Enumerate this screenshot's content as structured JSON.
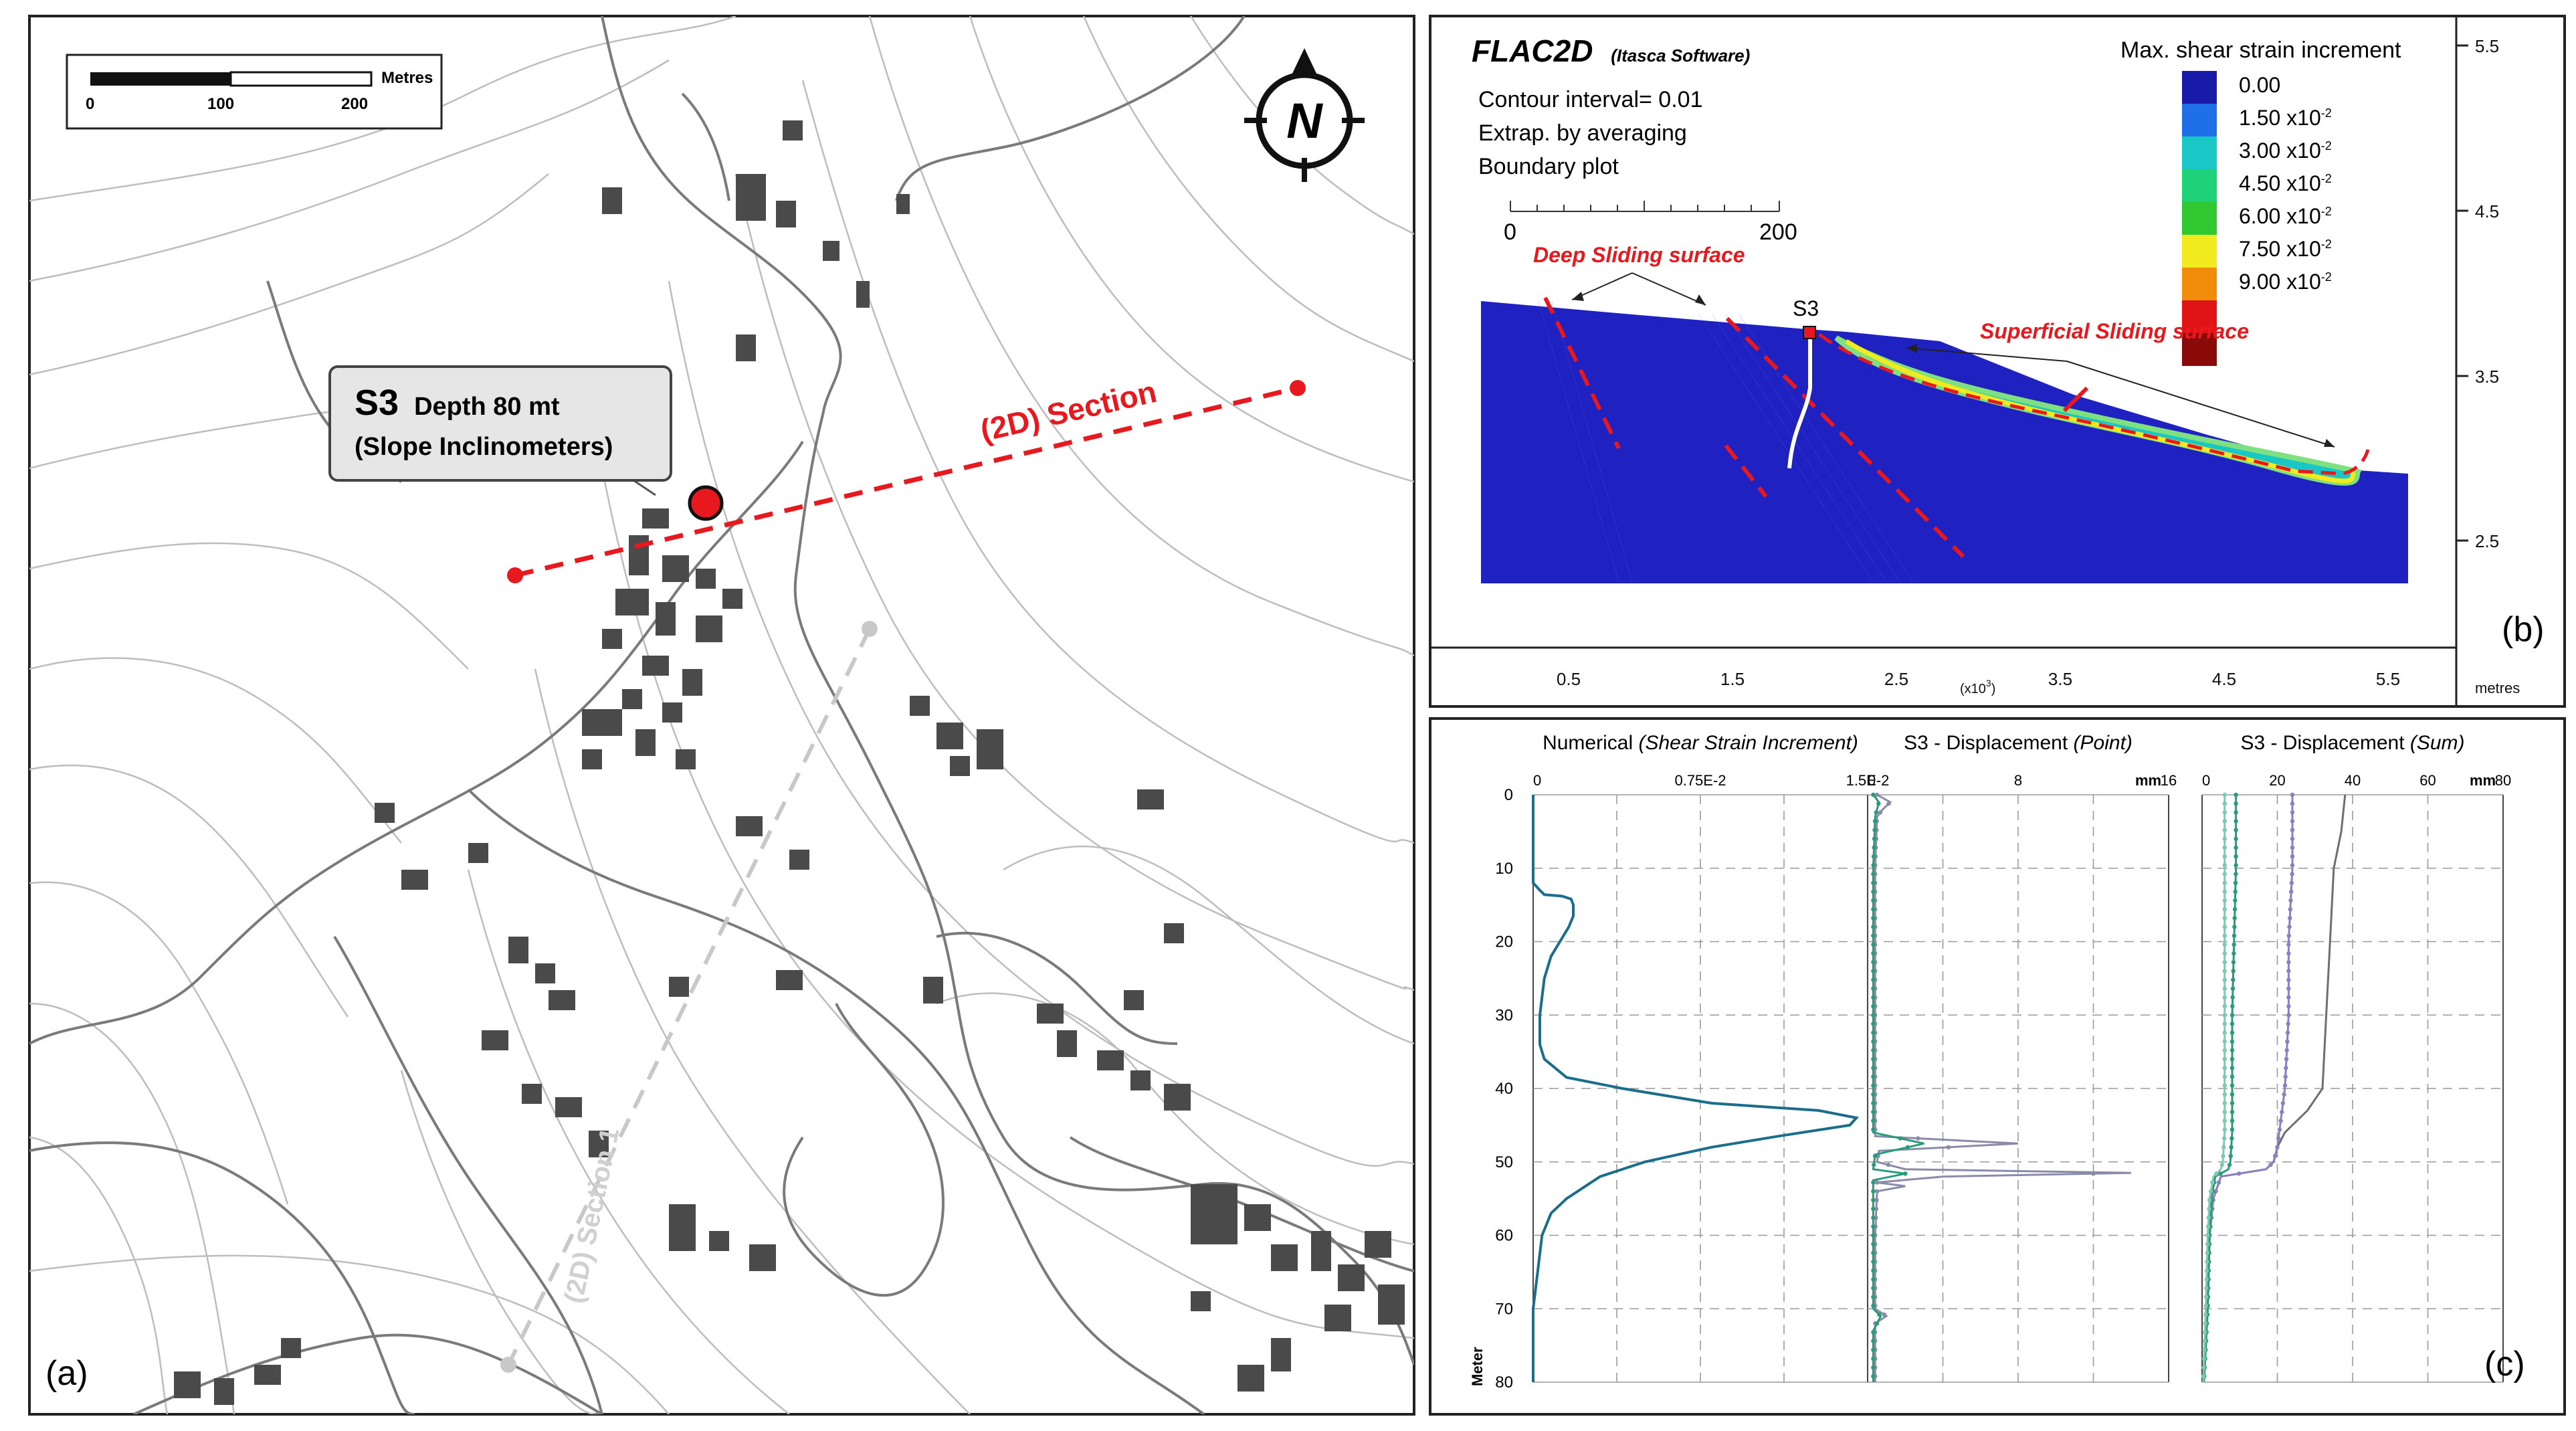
{
  "panel_a": {
    "label": "(a)",
    "scale_bar": {
      "unit": "Metres",
      "ticks": [
        "0",
        "100",
        "200"
      ]
    },
    "north_letter": "N",
    "callout": {
      "title": "S3",
      "depth": "Depth 80 mt",
      "instrument": "(Slope Inclinometers)"
    },
    "section_2d_label": "(2D) Section",
    "section_1_label": "(2D) Section 1",
    "colors": {
      "section_main": "#e8191e",
      "section_secondary": "#c8c8c8",
      "buildings": "#4a4a4a",
      "roads": "#6e6e6e",
      "contours": "#b9b9b9"
    }
  },
  "panel_b": {
    "label": "(b)",
    "software": "FLAC2D",
    "vendor": "(Itasca Software)",
    "info": [
      "Contour interval=  0.01",
      "Extrap. by averaging",
      "Boundary plot"
    ],
    "scale_ticks": [
      "0",
      "200"
    ],
    "legend_title": "Max. shear strain increment",
    "legend_items": [
      {
        "label": "0.00",
        "color": "#1a1aa8"
      },
      {
        "label": "1.50 x10",
        "exp": "-2",
        "color": "#1e6fe8"
      },
      {
        "label": "3.00 x10",
        "exp": "-2",
        "color": "#19c7c7"
      },
      {
        "label": "4.50 x10",
        "exp": "-2",
        "color": "#1ed27a"
      },
      {
        "label": "6.00 x10",
        "exp": "-2",
        "color": "#32c832"
      },
      {
        "label": "7.50 x10",
        "exp": "-2",
        "color": "#f0ea1e"
      },
      {
        "label": "9.00 x10",
        "exp": "-2",
        "color": "#f08c0a"
      },
      {
        "label": "",
        "color": "#e01414"
      },
      {
        "label": "",
        "color": "#8a0a0a"
      }
    ],
    "annotations": {
      "deep": "Deep Sliding surface",
      "superficial": "Superficial Sliding surface",
      "borehole": "S3"
    },
    "x_ticks": [
      "0.5",
      "1.5",
      "2.5",
      "3.5",
      "4.5",
      "5.5"
    ],
    "x_multiplier": "(x10",
    "x_multiplier_exp": "3",
    "x_unit": "metres",
    "y_ticks": [
      "5.5",
      "4.5",
      "3.5",
      "2.5"
    ]
  },
  "panel_c": {
    "label": "(c)",
    "y_axis_label": "Meter",
    "y_ticks": [
      "0",
      "10",
      "20",
      "30",
      "40",
      "50",
      "60",
      "70",
      "80"
    ],
    "charts": [
      {
        "title": "Numerical",
        "subtitle": "(Shear Strain Increment)",
        "x_ticks": [
          "0",
          "0.75E-2",
          "1.5E-2"
        ],
        "unit": ""
      },
      {
        "title": "S3 - Displacement",
        "subtitle": "(Point)",
        "x_ticks": [
          "0",
          "8",
          "16"
        ],
        "unit": "mm"
      },
      {
        "title": "S3 - Displacement",
        "subtitle": "(Sum)",
        "x_ticks": [
          "0",
          "20",
          "40",
          "60",
          "80"
        ],
        "unit": "mm"
      }
    ]
  },
  "chart_data": [
    {
      "type": "line",
      "title": "Numerical",
      "subtitle": "(Shear Strain Increment)",
      "xlabel": "",
      "ylabel": "Meter",
      "xlim": [
        0,
        0.015
      ],
      "ylim": [
        0,
        80
      ],
      "grid": true,
      "series": [
        {
          "color": "#1a6e8c",
          "points": [
            [
              0,
              0
            ],
            [
              0,
              12
            ],
            [
              0.0003,
              13
            ],
            [
              0.0005,
              13.6
            ],
            [
              0.0013,
              13.8
            ],
            [
              0.0017,
              14.2
            ],
            [
              0.0018,
              15
            ],
            [
              0.0018,
              16.5
            ],
            [
              0.0016,
              18
            ],
            [
              0.0012,
              20
            ],
            [
              0.0008,
              22
            ],
            [
              0.0005,
              25
            ],
            [
              0.0003,
              30
            ],
            [
              0.0003,
              34
            ],
            [
              0.0005,
              36
            ],
            [
              0.0015,
              38.5
            ],
            [
              0.004,
              40
            ],
            [
              0.008,
              42
            ],
            [
              0.0128,
              43
            ],
            [
              0.0145,
              44
            ],
            [
              0.0142,
              45
            ],
            [
              0.011,
              46.5
            ],
            [
              0.008,
              48
            ],
            [
              0.005,
              50
            ],
            [
              0.003,
              52
            ],
            [
              0.0015,
              55
            ],
            [
              0.0008,
              57
            ],
            [
              0.0004,
              60
            ],
            [
              0.0002,
              65
            ],
            [
              0,
              70
            ],
            [
              0,
              80
            ]
          ]
        }
      ]
    },
    {
      "type": "line",
      "title": "S3 - Displacement",
      "subtitle": "(Point)",
      "xlabel": "mm",
      "ylabel": "Meter",
      "xlim": [
        0,
        16
      ],
      "ylim": [
        0,
        80
      ],
      "grid": true,
      "series": [
        {
          "color": "#8a8aaa",
          "points": [
            [
              0.5,
              0
            ],
            [
              1.2,
              1
            ],
            [
              0.8,
              2
            ],
            [
              0.5,
              3
            ],
            [
              0.4,
              10
            ],
            [
              0.4,
              40
            ],
            [
              0.4,
              46.5
            ],
            [
              8,
              47.5
            ],
            [
              0.6,
              48.5
            ],
            [
              0.5,
              50
            ],
            [
              2,
              51
            ],
            [
              14,
              51.5
            ],
            [
              4,
              52
            ],
            [
              0.5,
              52.8
            ],
            [
              2,
              53.3
            ],
            [
              0.5,
              54
            ],
            [
              0.4,
              60
            ],
            [
              0.4,
              70
            ],
            [
              1,
              71
            ],
            [
              0.4,
              72
            ],
            [
              0.4,
              80
            ]
          ]
        },
        {
          "color": "#2a9a7a",
          "points": [
            [
              0.3,
              0
            ],
            [
              0.6,
              1
            ],
            [
              0.4,
              3
            ],
            [
              0.3,
              10
            ],
            [
              0.3,
              46
            ],
            [
              3,
              47.5
            ],
            [
              0.4,
              49
            ],
            [
              0.3,
              51
            ],
            [
              2,
              51.6
            ],
            [
              0.3,
              52.5
            ],
            [
              0.3,
              70
            ],
            [
              0.7,
              71
            ],
            [
              0.3,
              73
            ],
            [
              0.3,
              80
            ]
          ]
        }
      ]
    },
    {
      "type": "line",
      "title": "S3 - Displacement",
      "subtitle": "(Sum)",
      "xlabel": "mm",
      "ylabel": "Meter",
      "xlim": [
        0,
        80
      ],
      "ylim": [
        0,
        80
      ],
      "grid": true,
      "series": [
        {
          "color": "#6e6e6e",
          "points": [
            [
              38,
              0
            ],
            [
              37,
              5
            ],
            [
              35,
              10
            ],
            [
              34,
              20
            ],
            [
              33,
              30
            ],
            [
              32,
              40
            ],
            [
              28,
              43
            ],
            [
              22,
              46
            ],
            [
              20,
              48
            ],
            [
              19,
              50
            ],
            [
              17,
              51
            ],
            [
              5,
              52
            ],
            [
              3,
              55
            ],
            [
              2,
              60
            ],
            [
              1.5,
              70
            ],
            [
              0.5,
              80
            ]
          ]
        },
        {
          "color": "#8a80c0",
          "points": [
            [
              24,
              0
            ],
            [
              24,
              10
            ],
            [
              23,
              20
            ],
            [
              23,
              30
            ],
            [
              22,
              40
            ],
            [
              21,
              44
            ],
            [
              20,
              48
            ],
            [
              19,
              50
            ],
            [
              17,
              51
            ],
            [
              5,
              52
            ],
            [
              3,
              55
            ],
            [
              2,
              60
            ],
            [
              1.5,
              70
            ],
            [
              0.5,
              80
            ]
          ]
        },
        {
          "color": "#2a9a7a",
          "points": [
            [
              9,
              0
            ],
            [
              9,
              10
            ],
            [
              8.5,
              20
            ],
            [
              8,
              30
            ],
            [
              8,
              40
            ],
            [
              8,
              46
            ],
            [
              7.5,
              50
            ],
            [
              7,
              51
            ],
            [
              3.5,
              52
            ],
            [
              2.5,
              55
            ],
            [
              2,
              60
            ],
            [
              1.5,
              70
            ],
            [
              0.5,
              80
            ]
          ]
        },
        {
          "color": "#80c8b0",
          "points": [
            [
              6,
              0
            ],
            [
              6,
              10
            ],
            [
              6,
              20
            ],
            [
              6,
              30
            ],
            [
              6,
              40
            ],
            [
              6,
              46
            ],
            [
              5.5,
              50
            ],
            [
              5,
              51
            ],
            [
              3,
              52
            ],
            [
              2,
              55
            ],
            [
              1.5,
              60
            ],
            [
              1,
              70
            ],
            [
              0.3,
              80
            ]
          ]
        }
      ]
    }
  ]
}
